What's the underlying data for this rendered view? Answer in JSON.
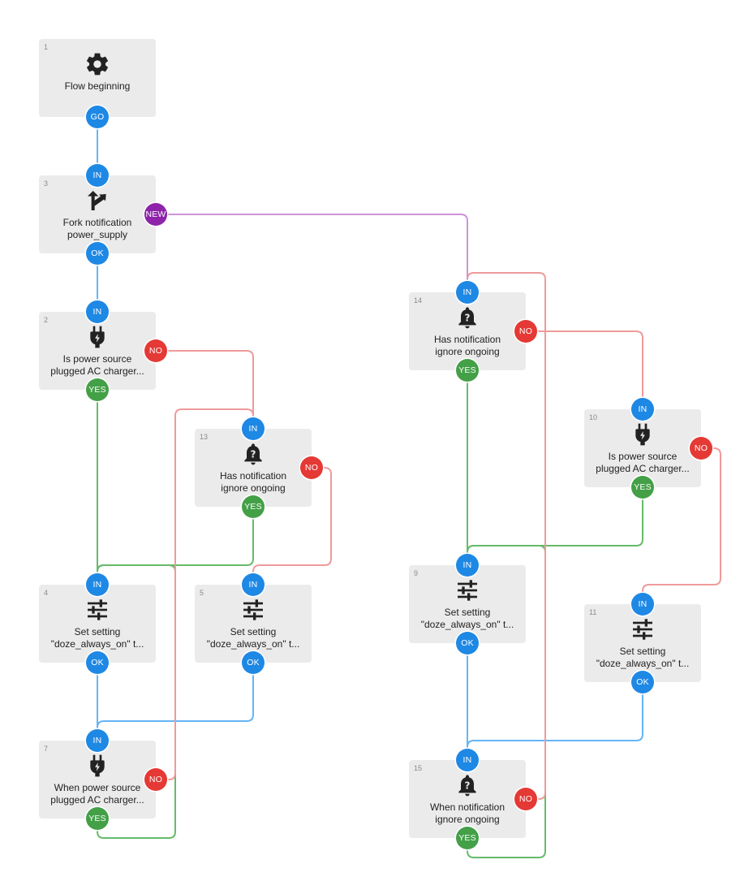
{
  "colors": {
    "in": "#1e88e5",
    "ok": "#1e88e5",
    "yes": "#43a047",
    "no": "#e53935",
    "new": "#8e24aa",
    "wire_blue": "#64b5f6",
    "wire_green": "#66bb6a",
    "wire_red": "#ef9a9a",
    "wire_purple": "#ce93d8",
    "block_bg": "#ebebeb"
  },
  "blocks": [
    {
      "id": "b1",
      "num": "1",
      "icon": "gear-icon",
      "title": "Flow beginning"
    },
    {
      "id": "b3",
      "num": "3",
      "icon": "fork-arrow-icon",
      "title": "Fork notification\npower_supply"
    },
    {
      "id": "b2",
      "num": "2",
      "icon": "power-plug-icon",
      "title": "Is power source\nplugged AC charger..."
    },
    {
      "id": "b13",
      "num": "13",
      "icon": "bell-question-icon",
      "title": "Has notification\nignore ongoing"
    },
    {
      "id": "b4",
      "num": "4",
      "icon": "sliders-icon",
      "title": "Set setting\n\"doze_always_on\" t..."
    },
    {
      "id": "b5",
      "num": "5",
      "icon": "sliders-icon",
      "title": "Set setting\n\"doze_always_on\" t..."
    },
    {
      "id": "b7",
      "num": "7",
      "icon": "power-plug-icon",
      "title": "When power source\nplugged AC charger..."
    },
    {
      "id": "b14",
      "num": "14",
      "icon": "bell-question-icon",
      "title": "Has notification\nignore ongoing"
    },
    {
      "id": "b10",
      "num": "10",
      "icon": "power-plug-icon",
      "title": "Is power source\nplugged AC charger..."
    },
    {
      "id": "b9",
      "num": "9",
      "icon": "sliders-icon",
      "title": "Set setting\n\"doze_always_on\" t..."
    },
    {
      "id": "b11",
      "num": "11",
      "icon": "sliders-icon",
      "title": "Set setting\n\"doze_always_on\" t..."
    },
    {
      "id": "b15",
      "num": "15",
      "icon": "bell-question-icon",
      "title": "When notification\nignore ongoing"
    }
  ],
  "ports": {
    "b1_go": "GO",
    "b3_in": "IN",
    "b3_ok": "OK",
    "b3_new": "NEW",
    "b2_in": "IN",
    "b2_yes": "YES",
    "b2_no": "NO",
    "b13_in": "IN",
    "b13_yes": "YES",
    "b13_no": "NO",
    "b4_in": "IN",
    "b4_ok": "OK",
    "b5_in": "IN",
    "b5_ok": "OK",
    "b7_in": "IN",
    "b7_yes": "YES",
    "b7_no": "NO",
    "b14_in": "IN",
    "b14_yes": "YES",
    "b14_no": "NO",
    "b10_in": "IN",
    "b10_yes": "YES",
    "b10_no": "NO",
    "b9_in": "IN",
    "b9_ok": "OK",
    "b11_in": "IN",
    "b11_ok": "OK",
    "b15_in": "IN",
    "b15_yes": "YES",
    "b15_no": "NO"
  }
}
